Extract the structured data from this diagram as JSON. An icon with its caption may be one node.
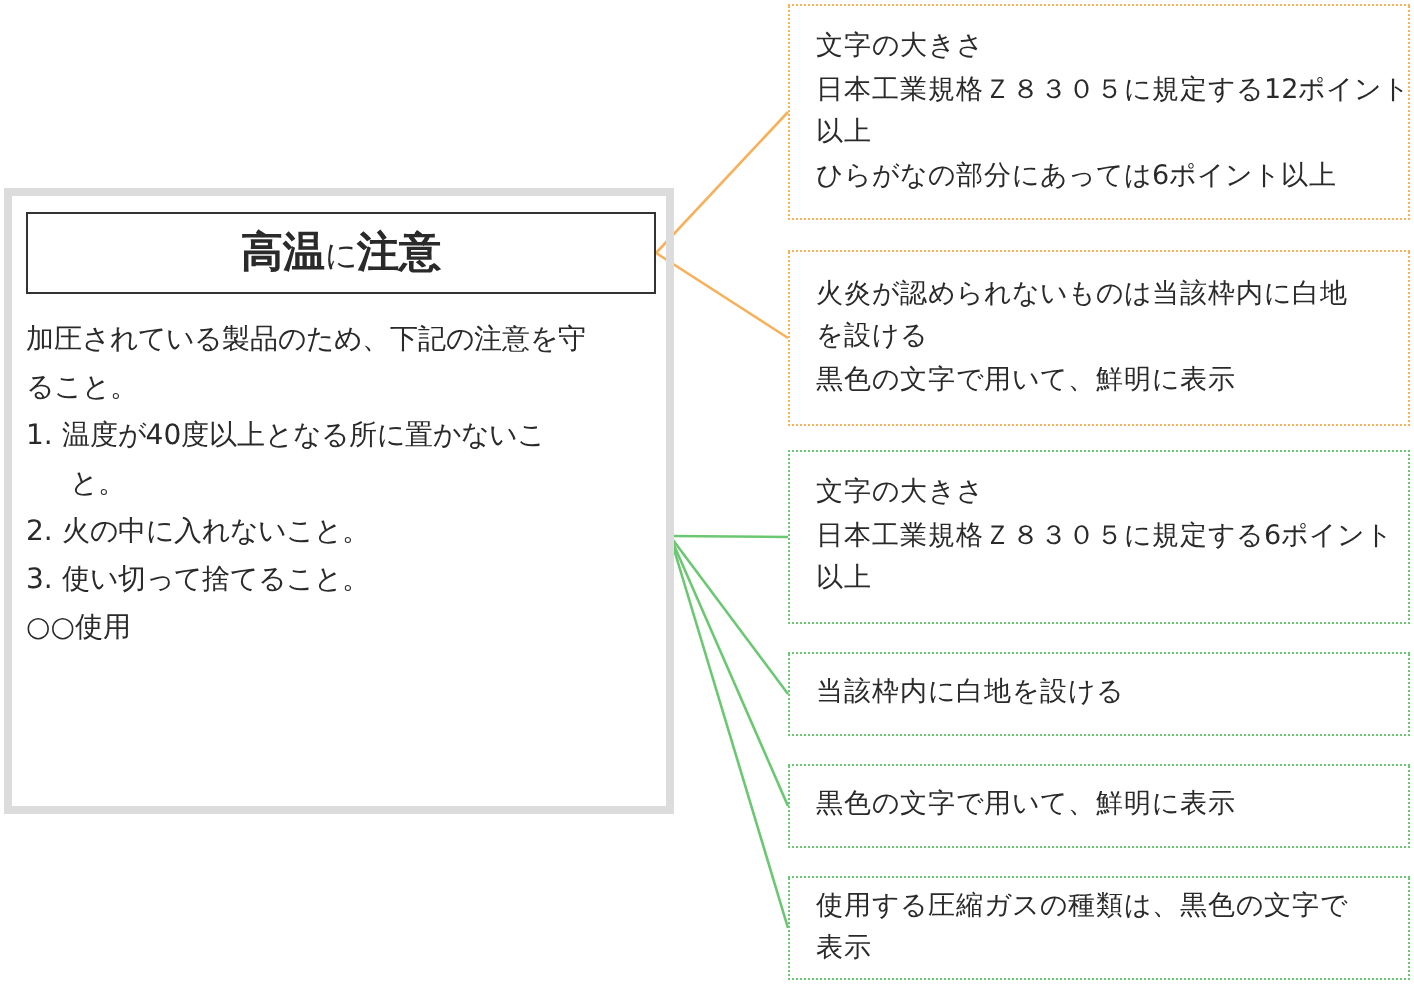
{
  "diagram": {
    "nodes": [
      {
        "text": [
          "加圧されている製品のため、下記の注意を守ること。",
          "1. 温度が40度以上となる所に置かないこと。",
          "2. 火の中に入れないこと。",
          "3. 使い切って捨てること。",
          "○○使用"
        ]
      },
      {
        "text": [
          "**高温**に**注意**"
        ],
        "in": 0
      },
      {
        "text": [
          "文字の大きさ",
          "日本工業規格Ｚ８３０５に規定する12ポイント以上",
          "ひらがなの部分にあっては6ポイント以上"
        ]
      },
      {
        "text": [
          "火炎が認められないものは当該枠内に白地を設ける",
          "黒色の文字で用いて、鮮明に表示"
        ]
      },
      {
        "text": [
          "文字の大きさ",
          "日本工業規格Ｚ８３０５に規定する6ポイント以上"
        ]
      },
      {
        "text": [
          "当該枠内に白地を設ける"
        ]
      },
      {
        "text": [
          "黒色の文字で用いて、鮮明に表示"
        ]
      },
      {
        "text": [
          "使用する圧縮ガスの種類は、黒色の文字で表示"
        ]
      }
    ],
    "edges": [
      {
        "from": 2,
        "to": 1,
        "arrow": "none",
        "color": "#f6b15a"
      },
      {
        "from": 3,
        "to": 1,
        "arrow": "none",
        "color": "#f6b15a"
      },
      {
        "from": 4,
        "to": 0,
        "arrow": "none"
      },
      {
        "from": 5,
        "to": 0,
        "arrow": "none"
      },
      {
        "from": 6,
        "to": 0,
        "arrow": "none"
      },
      {
        "from": 7,
        "to": 0,
        "arrow": "none"
      }
    ]
  }
}
